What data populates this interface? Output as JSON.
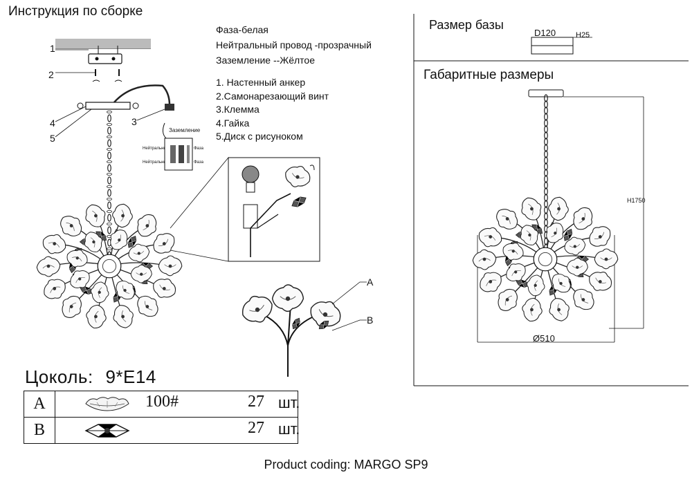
{
  "header": {
    "title": "Инструкция по сборке"
  },
  "wiring": {
    "phase": "Фаза-белая",
    "neutral": "Нейтральный провод -прозрачный",
    "ground": "Заземление --Жёлтое"
  },
  "parts_list": [
    "1. Настенный анкер",
    "2.Самонарезающий винт",
    "3.Клемма",
    "4.Гайка",
    "5.Диск с рисуноком"
  ],
  "callouts": {
    "n1": "1",
    "n2": "2",
    "n3": "3",
    "n4": "4",
    "n5": "5",
    "a": "A",
    "b": "B"
  },
  "terminal": {
    "title": "Заземление",
    "neutral_label": "Нейтральный провод",
    "phase_label": "Фаза"
  },
  "socket": {
    "label": "Цоколь:",
    "value": "9*E14"
  },
  "table": {
    "rows": [
      {
        "letter": "A",
        "code": "100#",
        "qty": "27",
        "unit": "шт."
      },
      {
        "letter": "B",
        "code": "",
        "qty": "27",
        "unit": "шт."
      }
    ]
  },
  "base": {
    "title": "Размер базы",
    "diameter": "D120",
    "height": "H25"
  },
  "dimensions": {
    "title": "Габаритные размеры",
    "height": "H1750",
    "diameter": "Ø510"
  },
  "footer": {
    "text": "Product coding: MARGO SP9"
  }
}
